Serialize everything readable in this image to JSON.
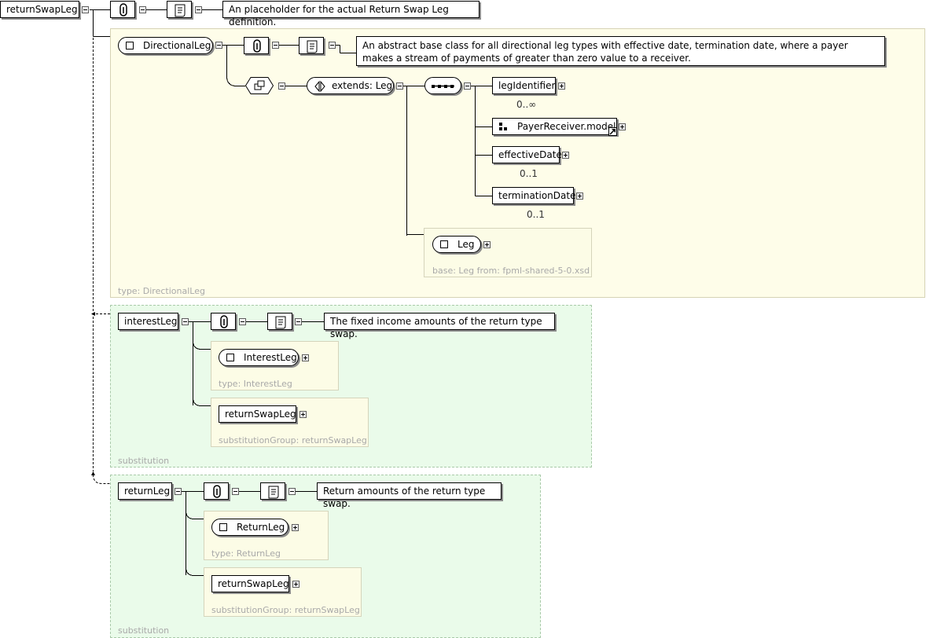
{
  "root": {
    "name": "returnSwapLeg",
    "annotation": "An placeholder for the actual Return Swap Leg definition."
  },
  "directional": {
    "type_label": "type: DirectionalLeg",
    "name": "DirectionalLeg",
    "annotation": "An abstract base class for all directional leg types with effective date, termination date, where a payer makes a stream of payments of greater than zero value to a receiver.",
    "extends_label": "extends: Leg",
    "children": [
      {
        "name": "legIdentifier",
        "card": "0..∞"
      },
      {
        "name": "PayerReceiver.model",
        "card": ""
      },
      {
        "name": "effectiveDate",
        "card": "0..1"
      },
      {
        "name": "terminationDate",
        "card": "0..1"
      }
    ],
    "base_name": "Leg",
    "base_label": "base: Leg from: fpml-shared-5-0.xsd"
  },
  "interest": {
    "panel_label": "substitution",
    "name": "interestLeg",
    "annotation": "The fixed income amounts of the return type swap.",
    "type_name": "InterestLeg",
    "type_label": "type: InterestLeg",
    "subst_name": "returnSwapLeg",
    "subst_label": "substitutionGroup: returnSwapLeg"
  },
  "returnleg": {
    "panel_label": "substitution",
    "name": "returnLeg",
    "annotation": "Return amounts of the return type swap.",
    "type_name": "ReturnLeg",
    "type_label": "type: ReturnLeg",
    "subst_name": "returnSwapLeg",
    "subst_label": "substitutionGroup: returnSwapLeg"
  },
  "icons": [
    "attachment-icon",
    "documentation-icon",
    "choice-icon",
    "sequence-icon",
    "model-group-icon",
    "complex-type-icon"
  ]
}
